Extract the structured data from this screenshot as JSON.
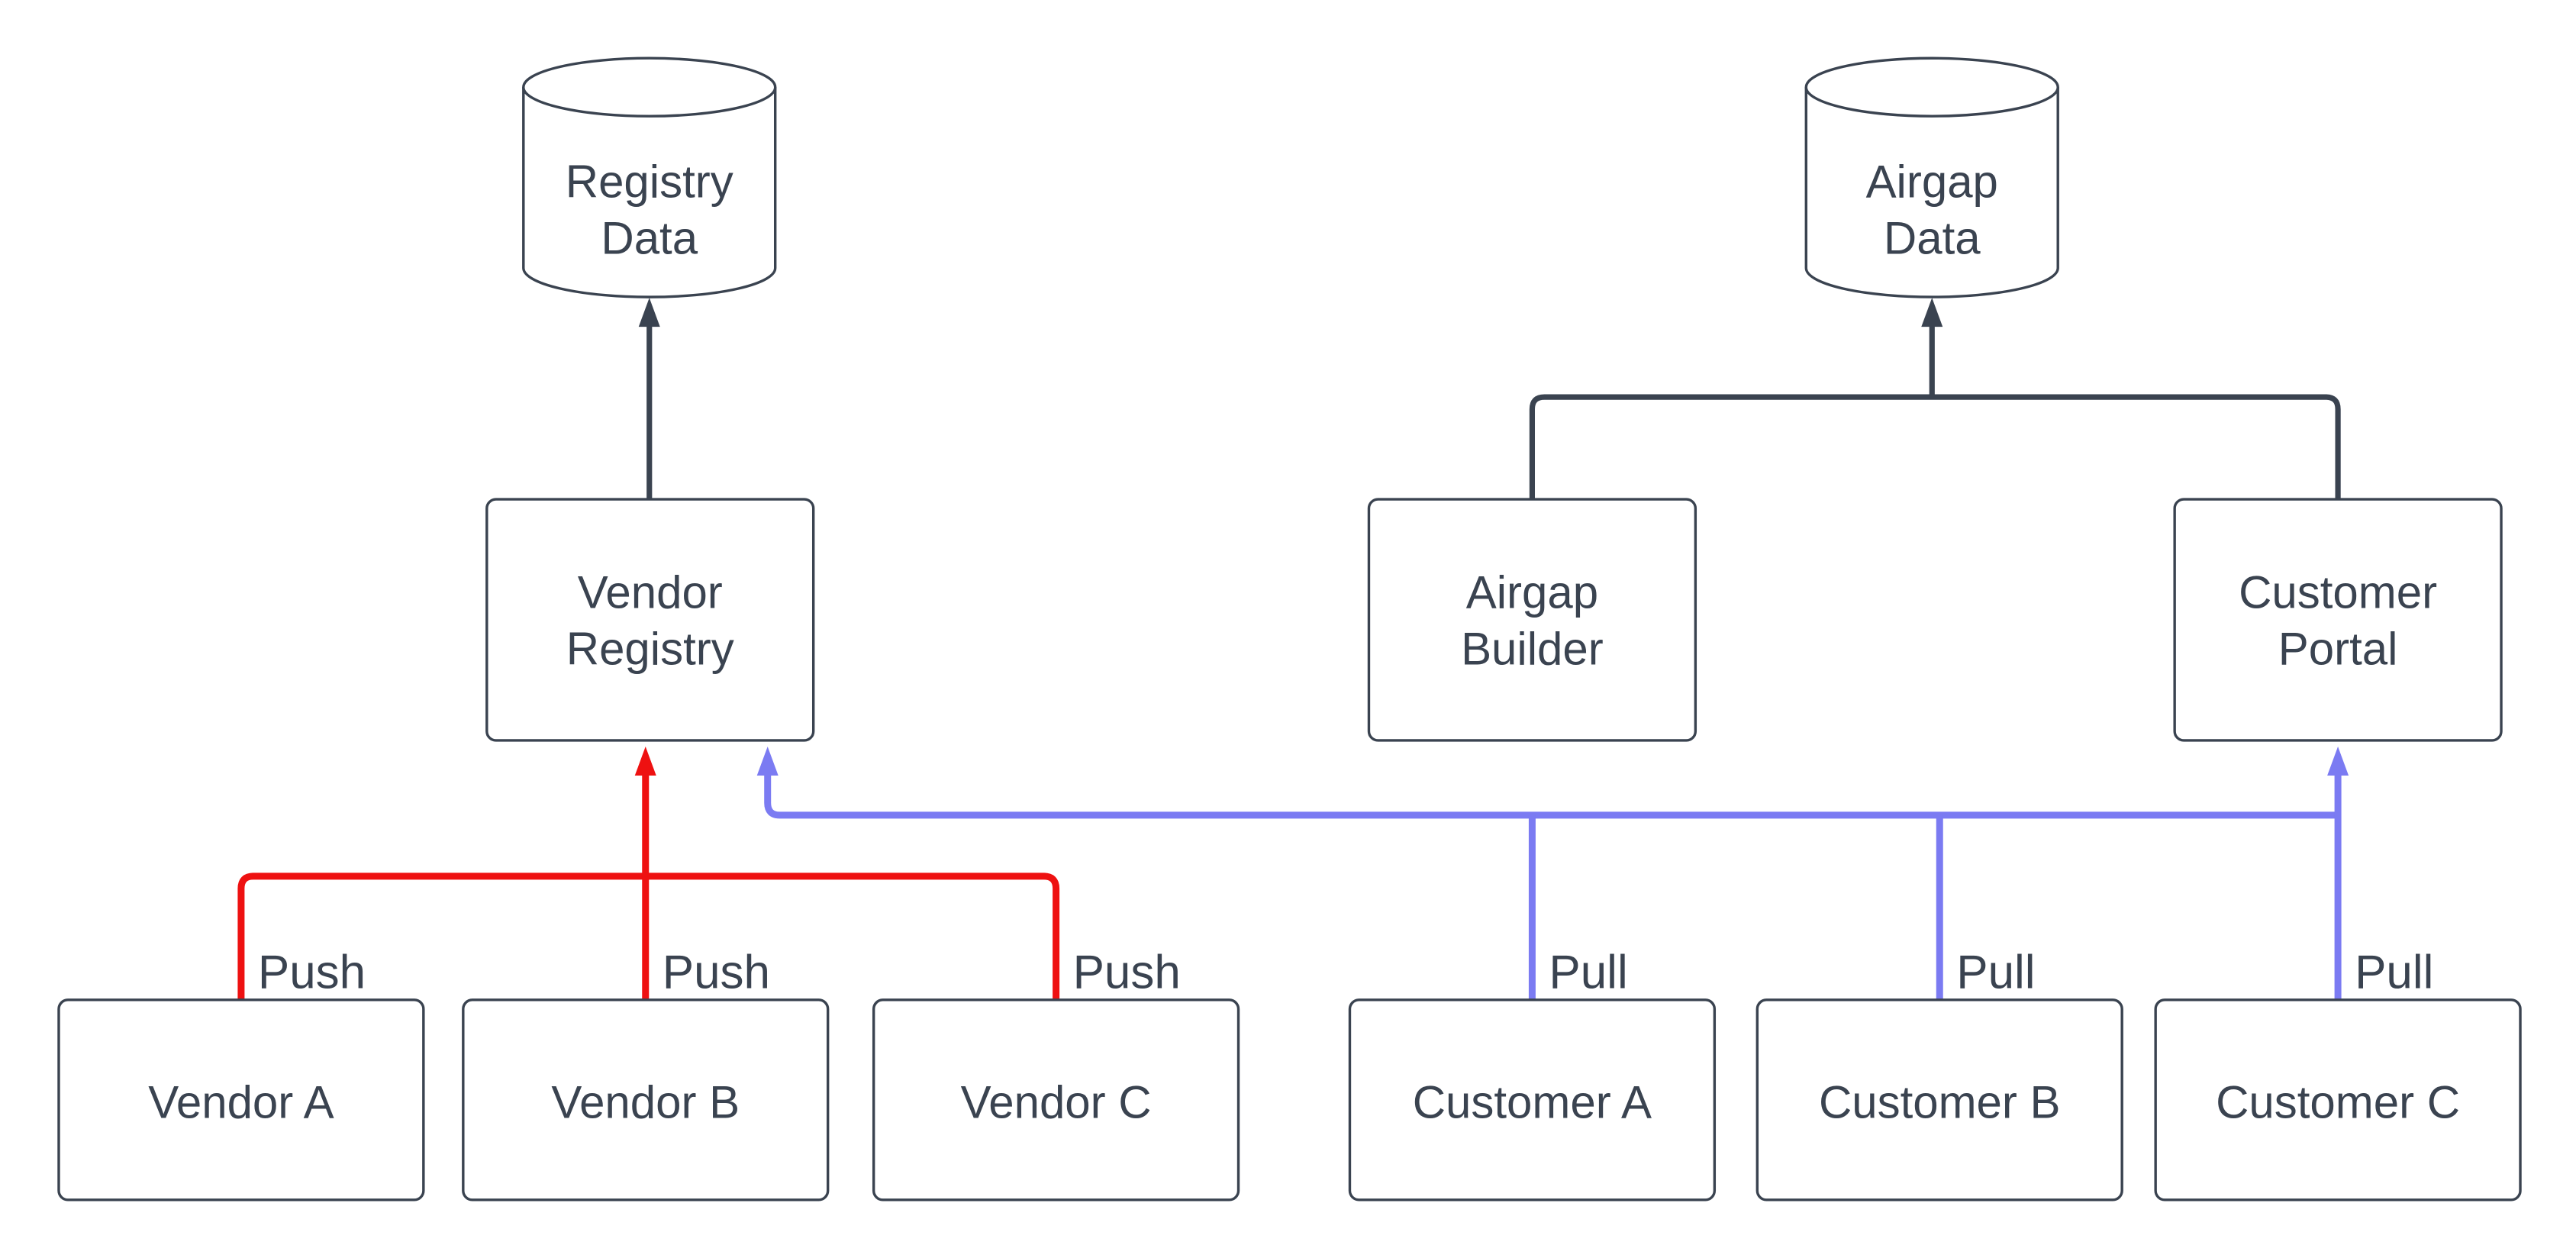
{
  "diagram": {
    "colors": {
      "background": "#FFFFFF",
      "node_fill": "#FFFFFF",
      "line_dark": "#3A4350",
      "push_red": "#EE1111",
      "pull_blue": "#7B7BF2",
      "text": "#3A4350"
    },
    "nodes": {
      "registry_data": {
        "shape": "cylinder",
        "line1": "Registry",
        "line2": "Data"
      },
      "airgap_data": {
        "shape": "cylinder",
        "line1": "Airgap",
        "line2": "Data"
      },
      "vendor_registry": {
        "shape": "box",
        "line1": "Vendor",
        "line2": "Registry"
      },
      "airgap_builder": {
        "shape": "box",
        "line1": "Airgap",
        "line2": "Builder"
      },
      "customer_portal": {
        "shape": "box",
        "line1": "Customer",
        "line2": "Portal"
      },
      "vendor_a": {
        "shape": "box",
        "label": "Vendor A"
      },
      "vendor_b": {
        "shape": "box",
        "label": "Vendor B"
      },
      "vendor_c": {
        "shape": "box",
        "label": "Vendor C"
      },
      "customer_a": {
        "shape": "box",
        "label": "Customer A"
      },
      "customer_b": {
        "shape": "box",
        "label": "Customer B"
      },
      "customer_c": {
        "shape": "box",
        "label": "Customer C"
      }
    },
    "edge_labels": {
      "push": "Push",
      "pull": "Pull"
    }
  }
}
